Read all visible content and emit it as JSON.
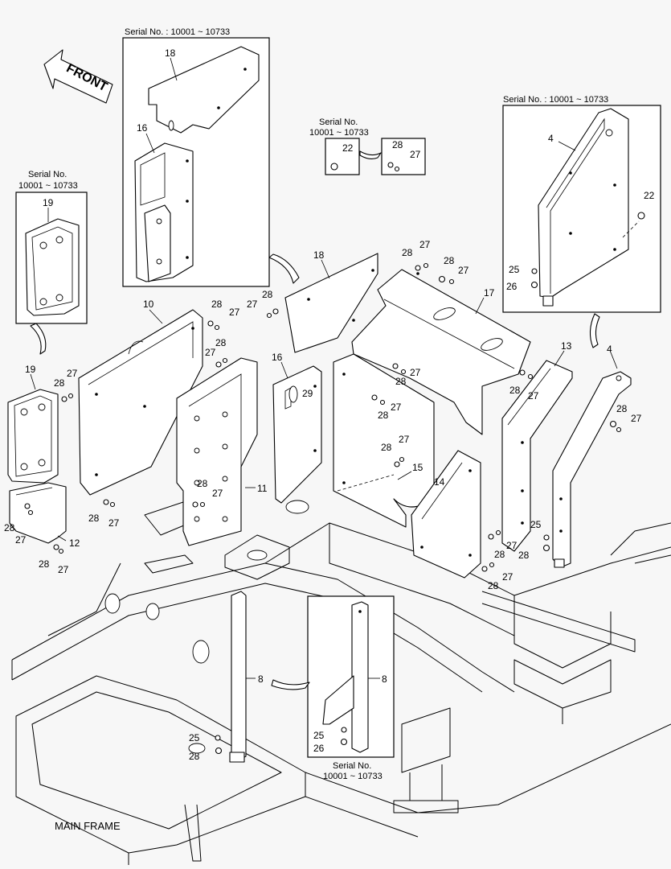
{
  "direction": {
    "label": "FRONT"
  },
  "serial": {
    "title": "Serial No. : 10001 ~ 10733",
    "title_line1": "Serial No.",
    "title_line2": "10001 ~ 10733"
  },
  "frame_caption": "MAIN FRAME",
  "callouts": {
    "p4": "4",
    "p8": "8",
    "p10": "10",
    "p11": "11",
    "p12": "12",
    "p13": "13",
    "p14": "14",
    "p15": "15",
    "p16": "16",
    "p17": "17",
    "p18": "18",
    "p19": "19",
    "p22": "22",
    "p25": "25",
    "p26": "26",
    "p27": "27",
    "p28": "28",
    "p29": "29"
  }
}
